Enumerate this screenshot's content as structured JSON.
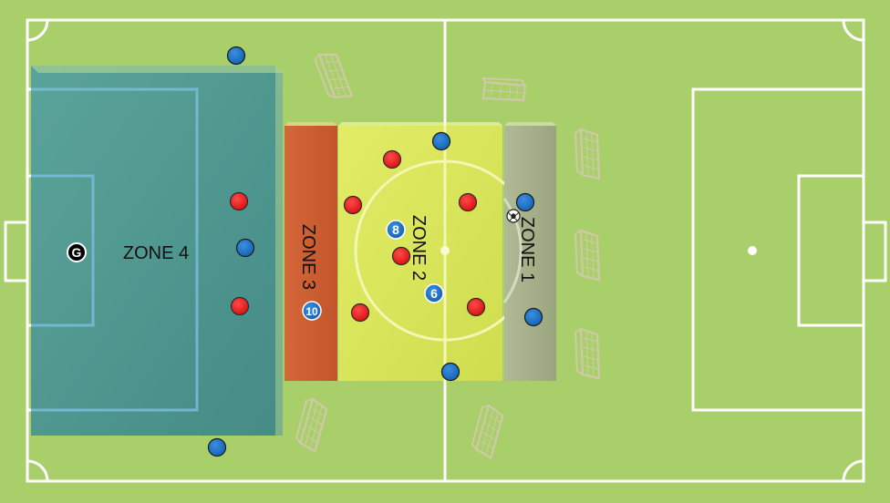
{
  "colors": {
    "pitch": "#a9cf6a",
    "lines": "#ffffff",
    "zone4": "#4e9690",
    "zone3": "#cc5c2e",
    "zone2": "#d9e65a",
    "zone1": "#a6b18a",
    "red_team": "#ee1c1c",
    "blue_team": "#1c72c8",
    "goalkeeper": "#000000"
  },
  "zones": {
    "zone4": "ZONE 4",
    "zone3": "ZONE 3",
    "zone2": "ZONE 2",
    "zone1": "ZONE 1"
  },
  "player_labels": {
    "goalkeeper": "G",
    "blue_10": "10",
    "blue_8": "8",
    "blue_6": "6"
  },
  "icons": {
    "ball": "soccer-ball-icon",
    "mini_goal": "mini-goal-icon"
  }
}
